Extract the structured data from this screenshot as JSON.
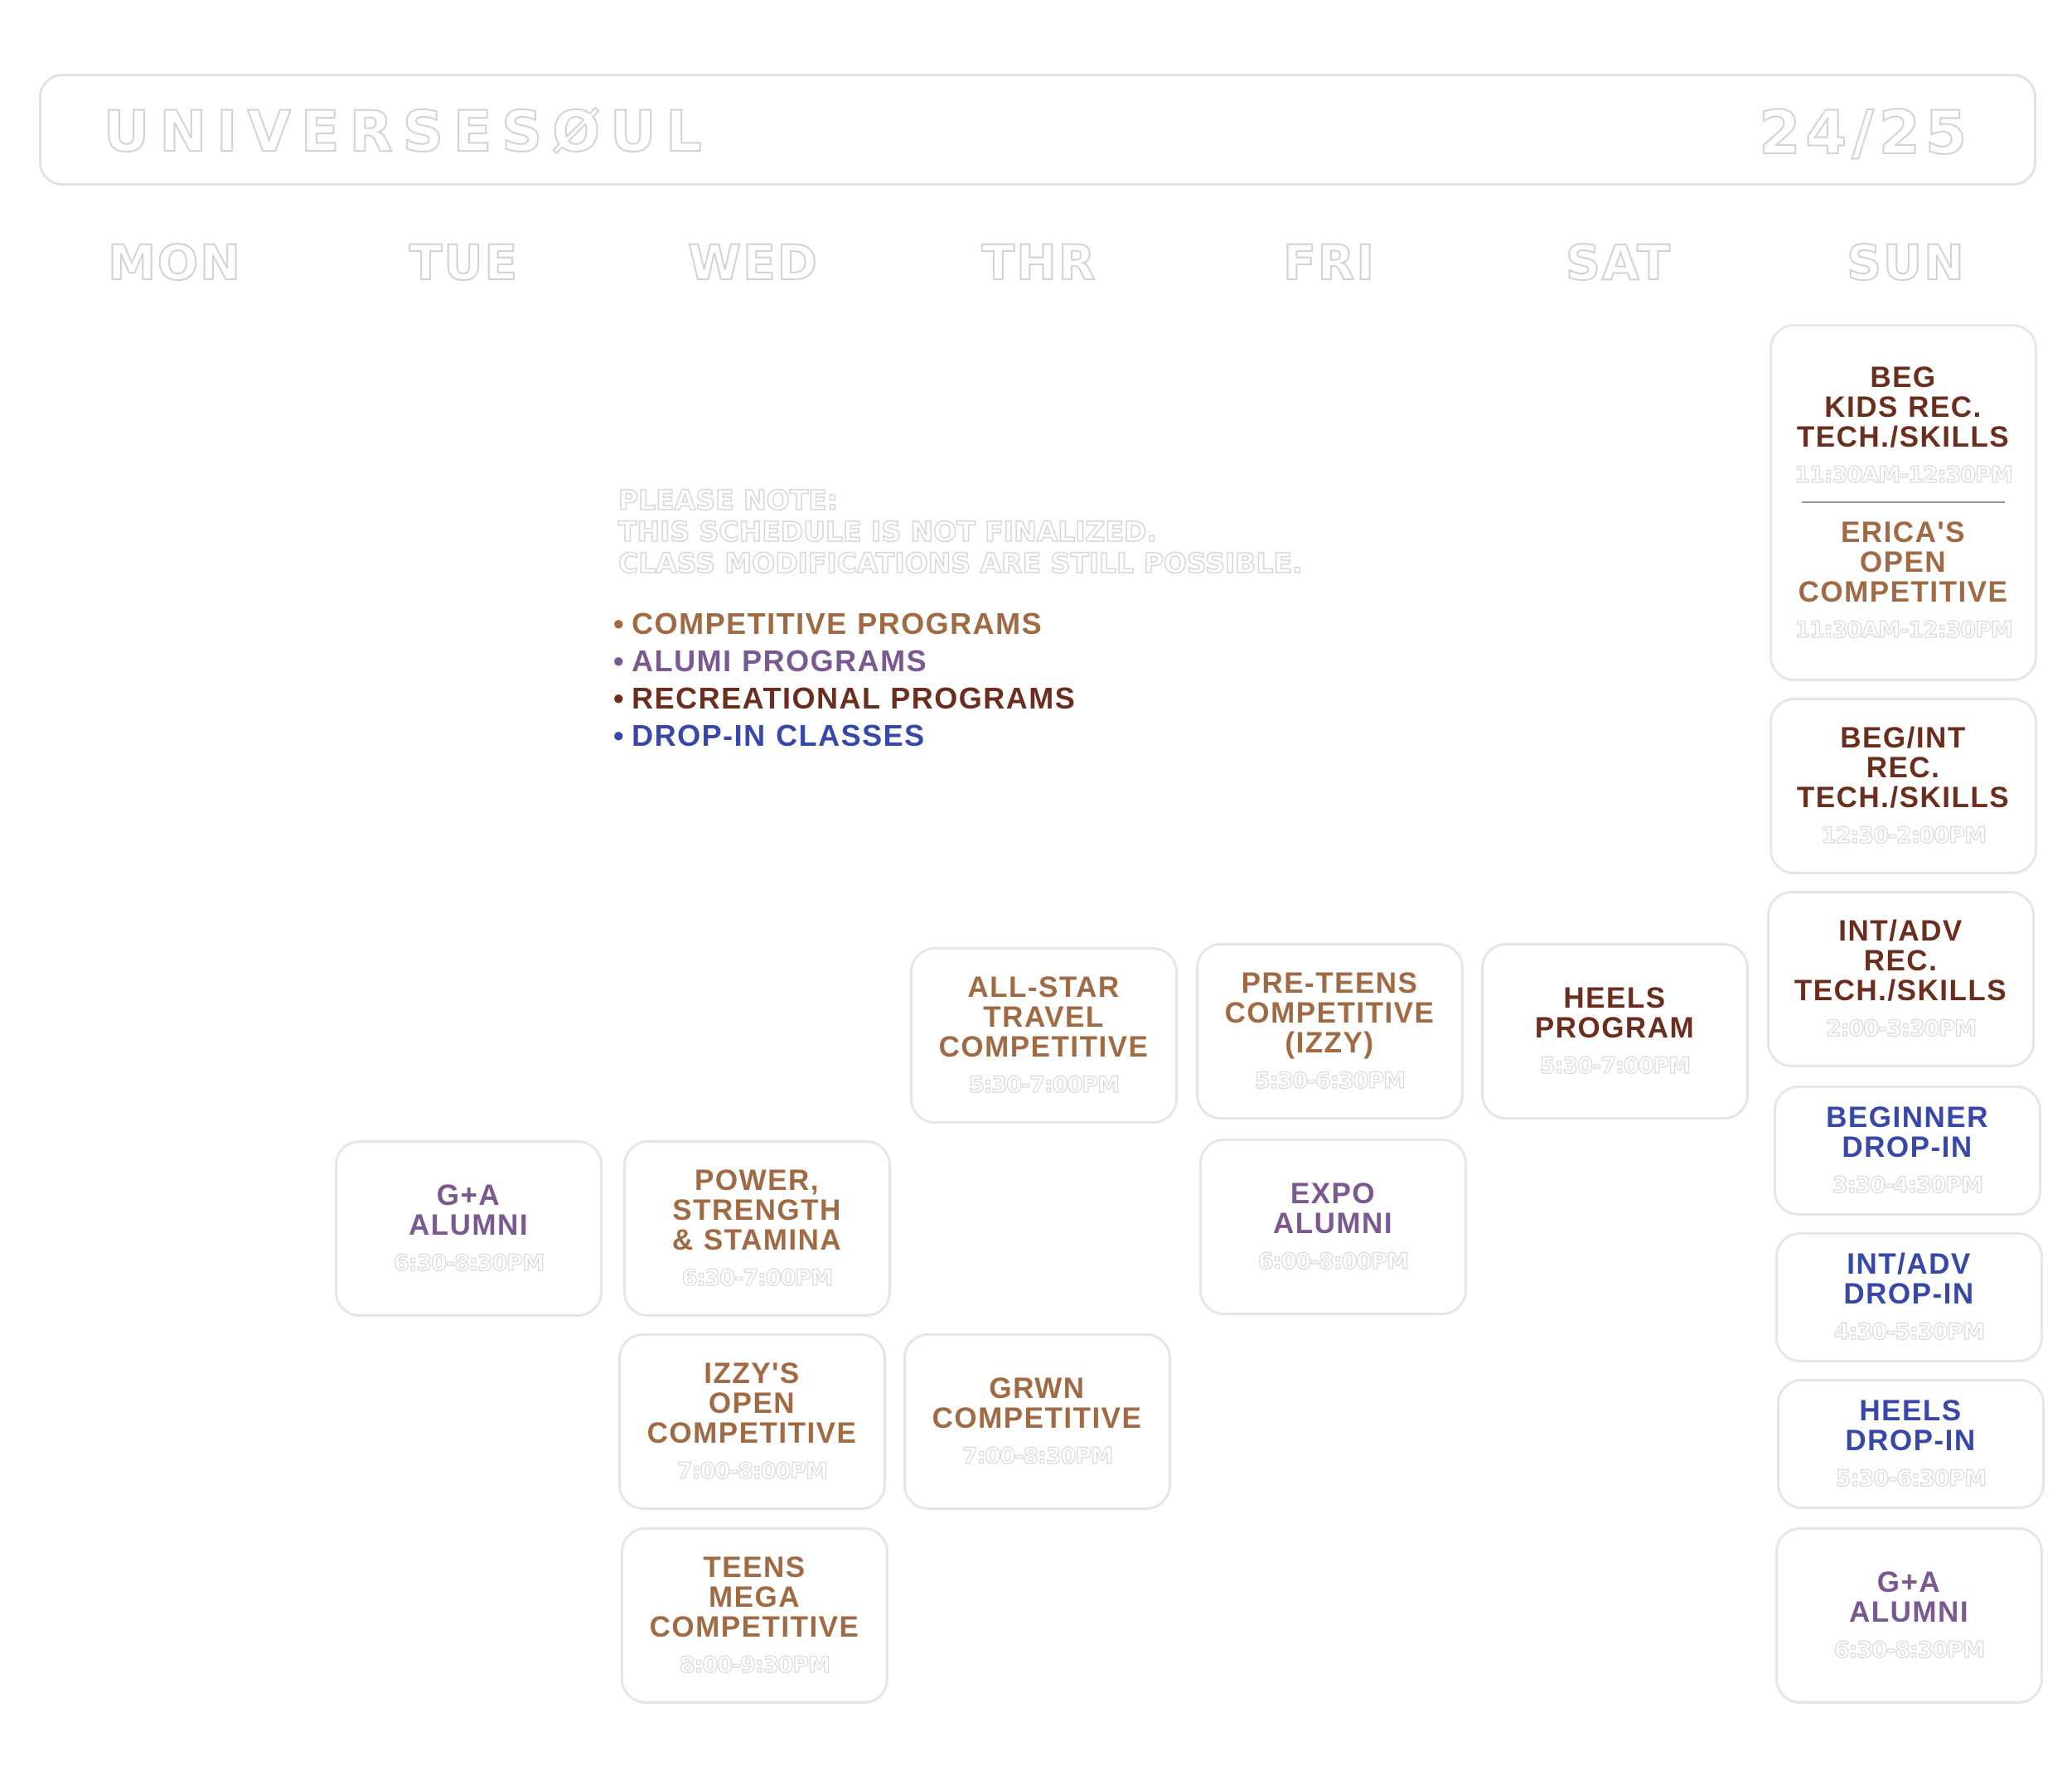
{
  "header": {
    "brand": "UNIVERSESØUL",
    "season": "24/25"
  },
  "days": [
    "MON",
    "TUE",
    "WED",
    "THR",
    "FRI",
    "SAT",
    "SUN"
  ],
  "note": [
    "PLEASE NOTE:",
    "THIS SCHEDULE IS NOT FINALIZED.",
    "CLASS MODIFICATIONS ARE STILL POSSIBLE."
  ],
  "legend": {
    "competitive": "COMPETITIVE PROGRAMS",
    "alumni": "ALUMI PROGRAMS",
    "recreational": "RECREATIONAL PROGRAMS",
    "dropin": "DROP-IN CLASSES",
    "bullet": "•"
  },
  "colors": {
    "competitive": "#a06b44",
    "alumni": "#7a5890",
    "recreational": "#6b2e1e",
    "dropin": "#3848a8"
  },
  "classes": {
    "tue_ga_alumni": {
      "title": "G+A\nALUMNI",
      "time": "6:30-8:30PM"
    },
    "wed_power": {
      "title": "POWER,\nSTRENGTH\n& STAMINA",
      "time": "6:30-7:00PM"
    },
    "wed_izzy_open": {
      "title": "IZZY'S\nOPEN\nCOMPETITIVE",
      "time": "7:00-8:00PM"
    },
    "wed_teens_mega": {
      "title": "TEENS\nMEGA\nCOMPETITIVE",
      "time": "8:00-9:30PM"
    },
    "thr_allstar": {
      "title": "ALL-STAR\nTRAVEL\nCOMPETITIVE",
      "time": "5:30-7:00PM"
    },
    "thr_grwn": {
      "title": "GRWN\nCOMPETITIVE",
      "time": "7:00-8:30PM"
    },
    "fri_preteens": {
      "title": "PRE-TEENS\nCOMPETITIVE\n(IZZY)",
      "time": "5:30-6:30PM"
    },
    "fri_expo": {
      "title": "EXPO\nALUMNI",
      "time": "6:00-8:00PM"
    },
    "sat_heels": {
      "title": "HEELS\nPROGRAM",
      "time": "5:30-7:00PM"
    },
    "sun_beg_kids": {
      "title": "BEG\nKIDS REC.\nTECH./SKILLS",
      "time": "11:30AM-12:30PM"
    },
    "sun_erica": {
      "title": "ERICA'S\nOPEN\nCOMPETITIVE",
      "time": "11:30AM-12:30PM"
    },
    "sun_beg_int": {
      "title": "BEG/INT\nREC.\nTECH./SKILLS",
      "time": "12:30-2:00PM"
    },
    "sun_int_adv": {
      "title": "INT/ADV\nREC.\nTECH./SKILLS",
      "time": "2:00-3:30PM"
    },
    "sun_beginner_dropin": {
      "title": "BEGINNER\nDROP-IN",
      "time": "3:30-4:30PM"
    },
    "sun_intadv_dropin": {
      "title": "INT/ADV\nDROP-IN",
      "time": "4:30-5:30PM"
    },
    "sun_heels_dropin": {
      "title": "HEELS\nDROP-IN",
      "time": "5:30-6:30PM"
    },
    "sun_ga_alumni": {
      "title": "G+A\nALUMNI",
      "time": "6:30-8:30PM"
    }
  }
}
